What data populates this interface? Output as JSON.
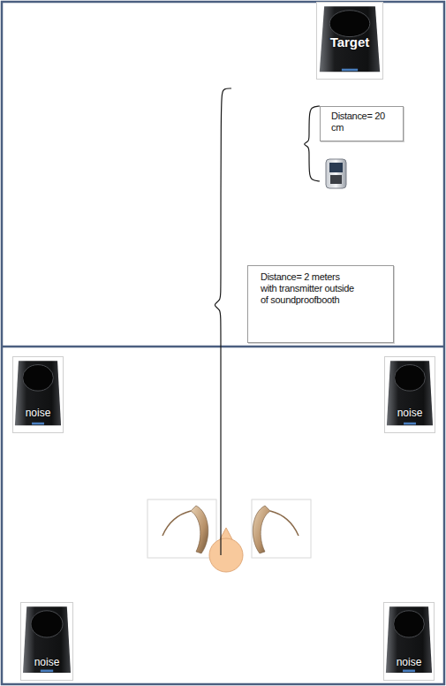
{
  "diagram": {
    "nodes": [
      {
        "text": [
          "Target"
        ]
      },
      {
        "text": [
          "Distance= 20 cm"
        ]
      },
      {
        "text": [
          "Distance= 2 meters with transmitter outside of soundproofbooth"
        ]
      },
      {
        "text": [
          "noise"
        ]
      },
      {
        "text": [
          "noise"
        ]
      },
      {
        "text": [
          "noise"
        ]
      },
      {
        "text": [
          "noise"
        ]
      }
    ]
  }
}
